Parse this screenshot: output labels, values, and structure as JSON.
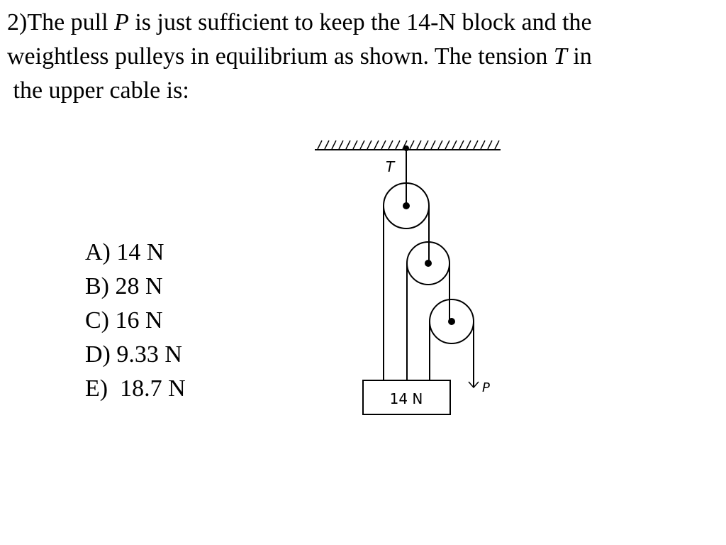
{
  "question": {
    "line1_a": "2)The pull ",
    "line1_p": "P",
    "line1_b": " is just sufficient to keep the 14-N block and the",
    "line2_a": "weightless pulleys in equilibrium as shown. The tension ",
    "line2_t": "T",
    "line2_b": " in",
    "line3": " the upper cable is:"
  },
  "choices": [
    "A) 14 N",
    "B) 28 N",
    "C) 16 N",
    "D) 9.33 N",
    "E)  18.7 N"
  ],
  "diagram": {
    "tension_label": "T",
    "pull_label": "P",
    "block_label": "14 N"
  }
}
